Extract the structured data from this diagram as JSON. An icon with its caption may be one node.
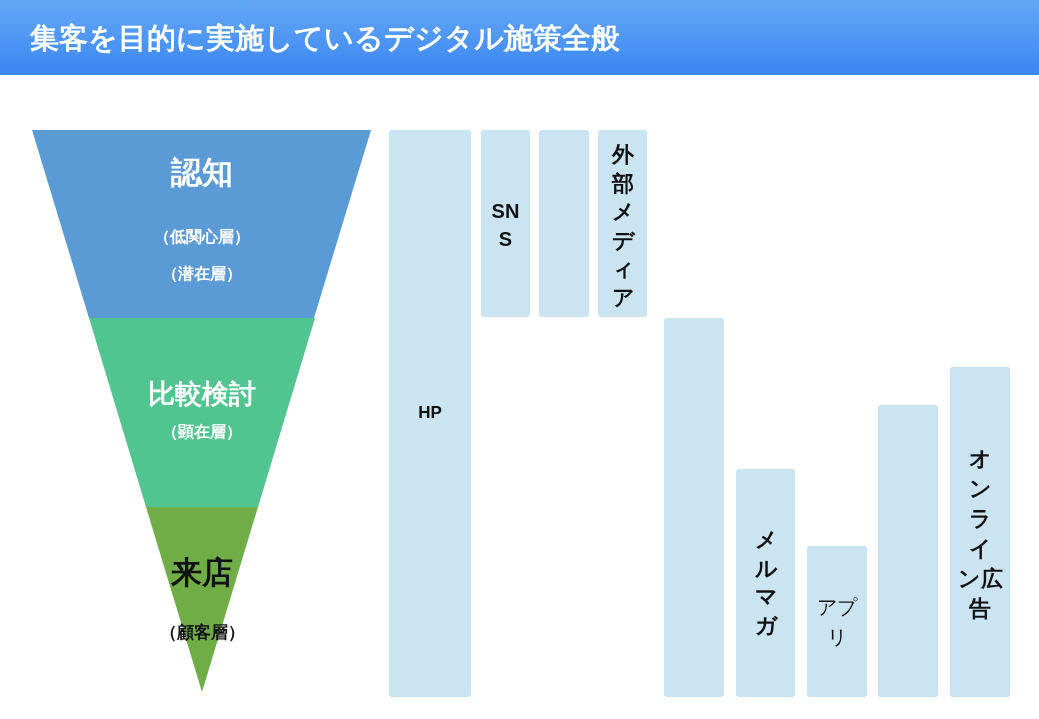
{
  "diagram": {
    "title": "集客を目的に実施しているデジタル施策全般",
    "nodes": [
      {
        "text": [
          "認知",
          "（低関心層）",
          "（潜在層）"
        ]
      },
      {
        "text": [
          "比較検討",
          "（顕在層）"
        ]
      },
      {
        "text": [
          "来店",
          "（顧客層）"
        ]
      },
      {
        "text": [
          "HP"
        ]
      },
      {
        "text": [
          "SNS"
        ]
      },
      {
        "text": [],
        "shape": "bar"
      },
      {
        "text": [
          "外部メディア"
        ]
      },
      {
        "text": [],
        "shape": "bar"
      },
      {
        "text": [
          "メルマガ"
        ]
      },
      {
        "text": [
          "アプリ"
        ]
      },
      {
        "text": [],
        "shape": "bar"
      },
      {
        "text": [
          "オンライン広告"
        ]
      }
    ]
  }
}
